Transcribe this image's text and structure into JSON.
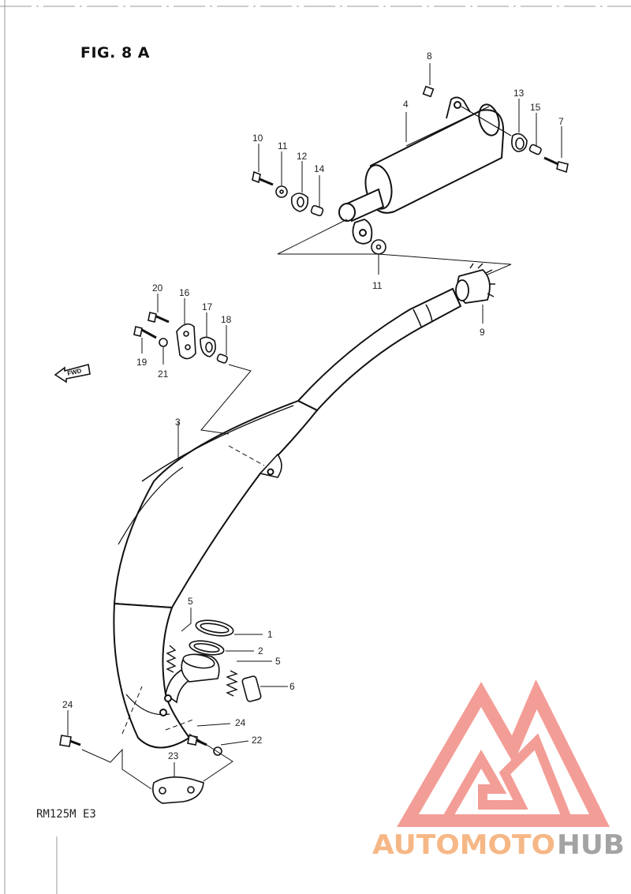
{
  "figure": {
    "title": "FIG. 8 A",
    "model_code": "RM125M  E3"
  },
  "fwd_label": "FWD",
  "callouts": [
    {
      "id": "c1",
      "label": "1"
    },
    {
      "id": "c2",
      "label": "2"
    },
    {
      "id": "c3",
      "label": "3"
    },
    {
      "id": "c4",
      "label": "4"
    },
    {
      "id": "c5a",
      "label": "5"
    },
    {
      "id": "c5b",
      "label": "5"
    },
    {
      "id": "c6",
      "label": "6"
    },
    {
      "id": "c7",
      "label": "7"
    },
    {
      "id": "c8",
      "label": "8"
    },
    {
      "id": "c9",
      "label": "9"
    },
    {
      "id": "c10",
      "label": "10"
    },
    {
      "id": "c11a",
      "label": "11"
    },
    {
      "id": "c11b",
      "label": "11"
    },
    {
      "id": "c12",
      "label": "12"
    },
    {
      "id": "c13",
      "label": "13"
    },
    {
      "id": "c14",
      "label": "14"
    },
    {
      "id": "c15",
      "label": "15"
    },
    {
      "id": "c16",
      "label": "16"
    },
    {
      "id": "c17",
      "label": "17"
    },
    {
      "id": "c18",
      "label": "18"
    },
    {
      "id": "c19",
      "label": "19"
    },
    {
      "id": "c20",
      "label": "20"
    },
    {
      "id": "c21",
      "label": "21"
    },
    {
      "id": "c22",
      "label": "22"
    },
    {
      "id": "c23",
      "label": "23"
    },
    {
      "id": "c24a",
      "label": "24"
    },
    {
      "id": "c24b",
      "label": "24"
    }
  ],
  "watermark": {
    "brand_part1": "AUTOMOTO",
    "brand_part2": "HUB",
    "color_primary": "#f28c85",
    "color_accent": "#f6b07a",
    "color_dark": "#9a9a9a"
  }
}
